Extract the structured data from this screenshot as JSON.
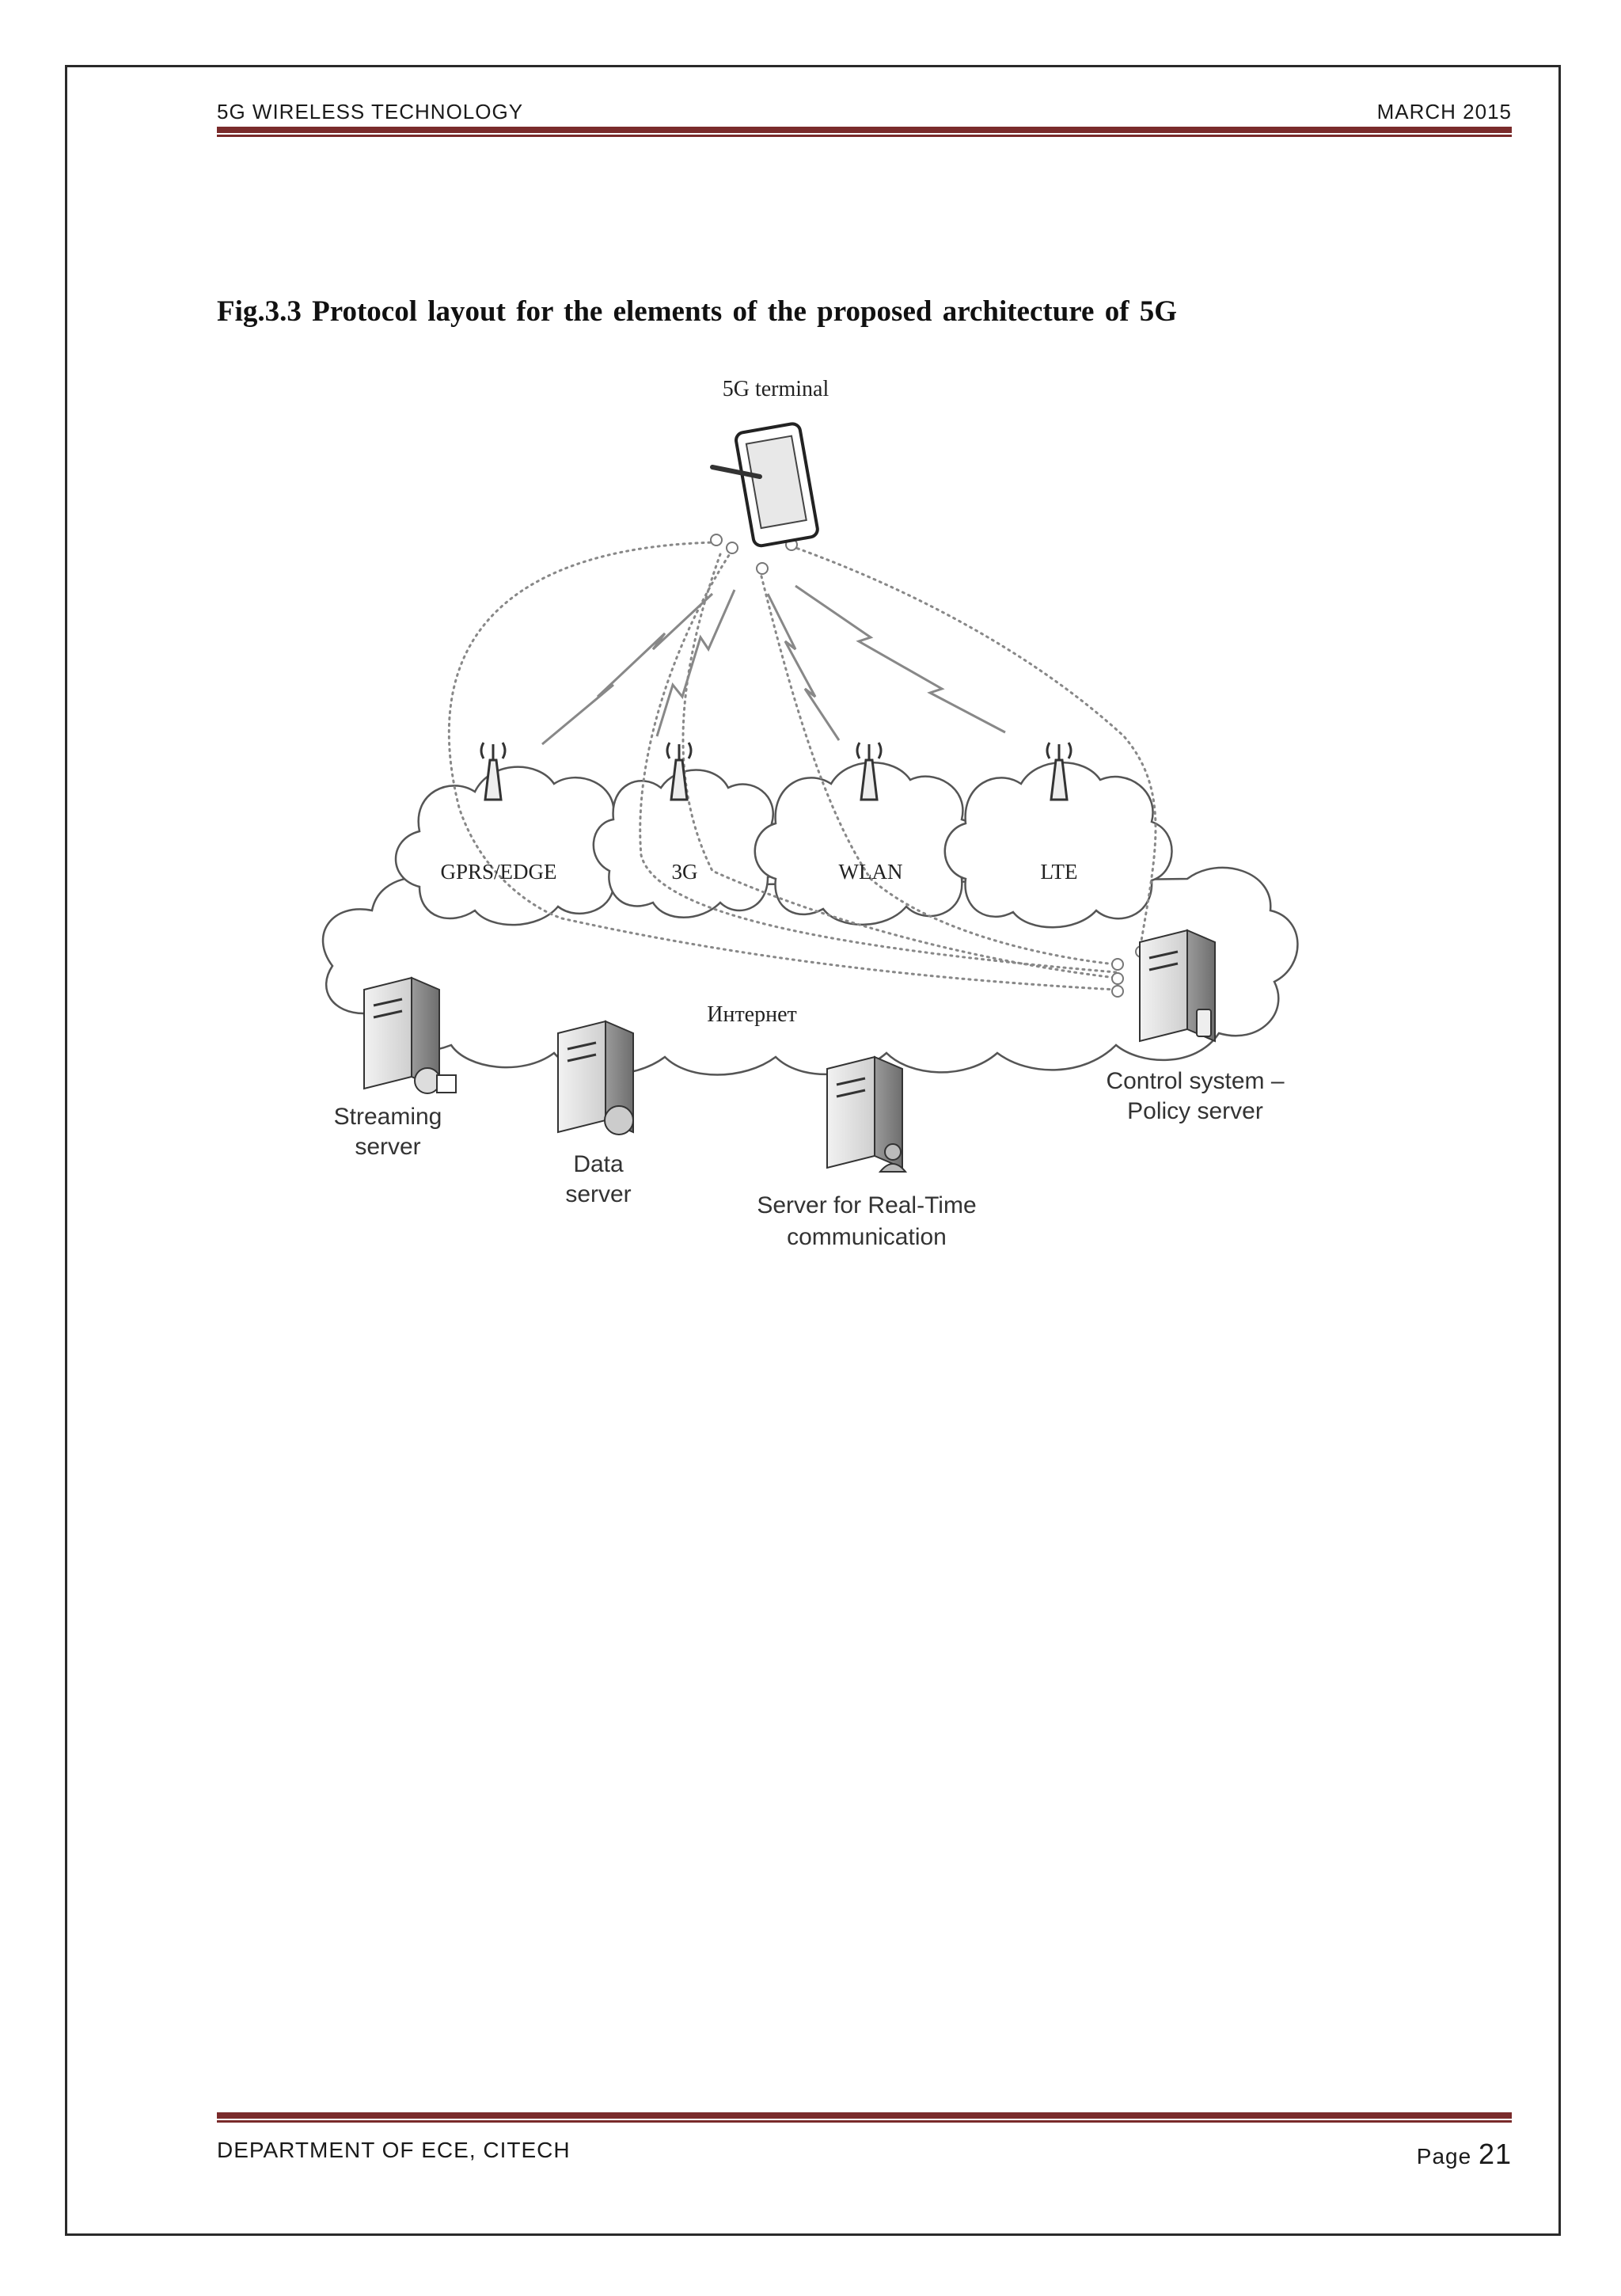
{
  "header": {
    "left": "5G WIRELESS TECHNOLOGY",
    "right": "MARCH 2015"
  },
  "caption": "Fig.3.3  Protocol  layout  for the  elements of the  proposed  architecture  of 5G",
  "diagram": {
    "terminal_label": "5G terminal",
    "networks": [
      "GPRS/EDGE",
      "3G",
      "WLAN",
      "LTE"
    ],
    "internet_label": "Интернет",
    "servers": {
      "streaming": [
        "Streaming",
        "server"
      ],
      "data": [
        "Data",
        "server"
      ],
      "realtime": [
        "Server for Real-Time",
        "communication"
      ],
      "control": [
        "Control system –",
        "Policy server"
      ]
    }
  },
  "footer": {
    "left": "DEPARTMENT OF ECE, CITECH",
    "page_prefix": "Page",
    "page_number": "21"
  }
}
